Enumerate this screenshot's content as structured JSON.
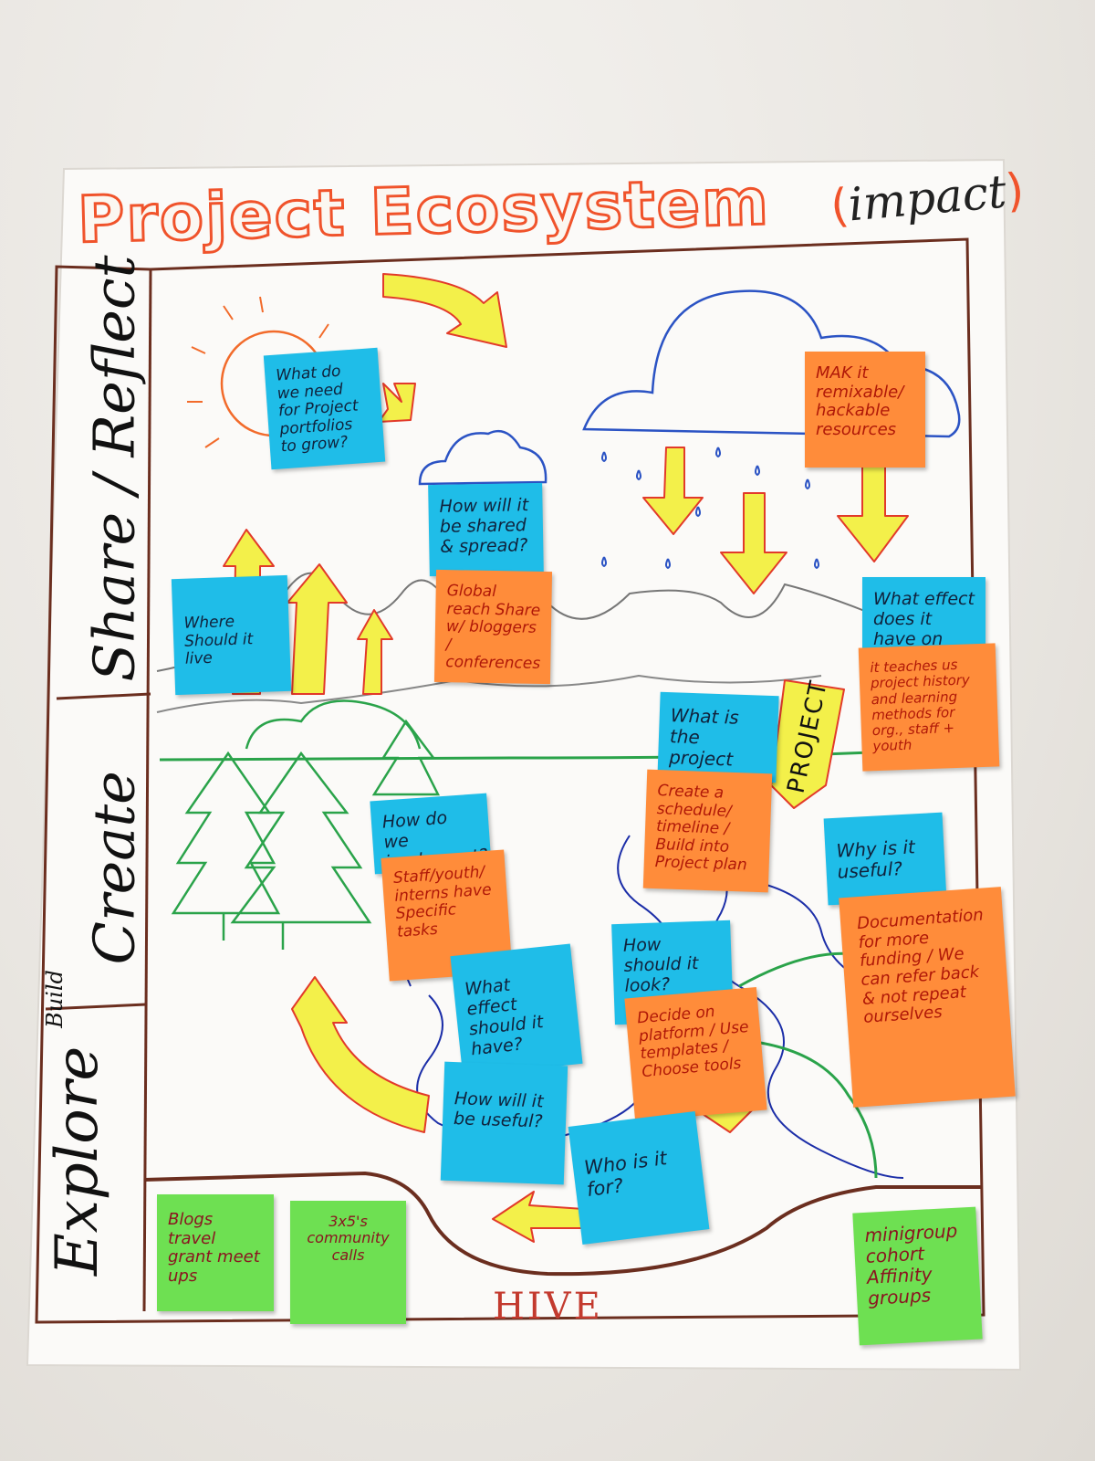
{
  "title": {
    "main": "Project Ecosystem",
    "sub": "impact"
  },
  "side_labels": {
    "top": "Share / Reflect",
    "middle": "Create",
    "bottom": "Explore",
    "bottom_extra": "Build"
  },
  "hive_label": "HIVE",
  "project_arrow_label": "PROJECT",
  "notes": {
    "sun_question": "What do we need for Project portfolios to grow?",
    "cloud_small_question": "How will it be shared & spread?",
    "global_reach": "Global reach Share w/ bloggers / conferences",
    "remixable": "MAK it remixable/ hackable resources",
    "where_live": "Where Should it live",
    "what_effect_have": "What effect does it have on the",
    "teaches_us": "it teaches us project history and learning methods for org., staff + youth",
    "what_is_project": "What is the project",
    "schedule": "Create a schedule/ timeline / Build into Project plan",
    "how_implement": "How do we implement?",
    "staff_youth": "Staff/youth/ interns have Specific tasks",
    "why_useful": "Why is it useful?",
    "documentation": "Documentation for more funding / We can refer back & not repeat ourselves",
    "what_effect_should": "What effect should it have?",
    "how_should": "How should it look?",
    "decide_platform": "Decide on platform / Use templates / Choose tools",
    "how_useful": "How will it be useful?",
    "who_for": "Who is it for?",
    "blogs": "Blogs travel grant meet ups",
    "community_calls": "3x5's community calls",
    "minigroup": "minigroup cohort Affinity groups"
  },
  "colors": {
    "title": "#f0532b",
    "note_blue": "#1fbde8",
    "note_orange": "#ff8c3a",
    "note_green": "#6ee052",
    "arrow_yellow": "#f3f04a",
    "frame_brown": "#6b2e1f",
    "cloud_blue": "#2b53c4",
    "river_blue": "#1c2ea8",
    "tree_green": "#2aa34a"
  }
}
